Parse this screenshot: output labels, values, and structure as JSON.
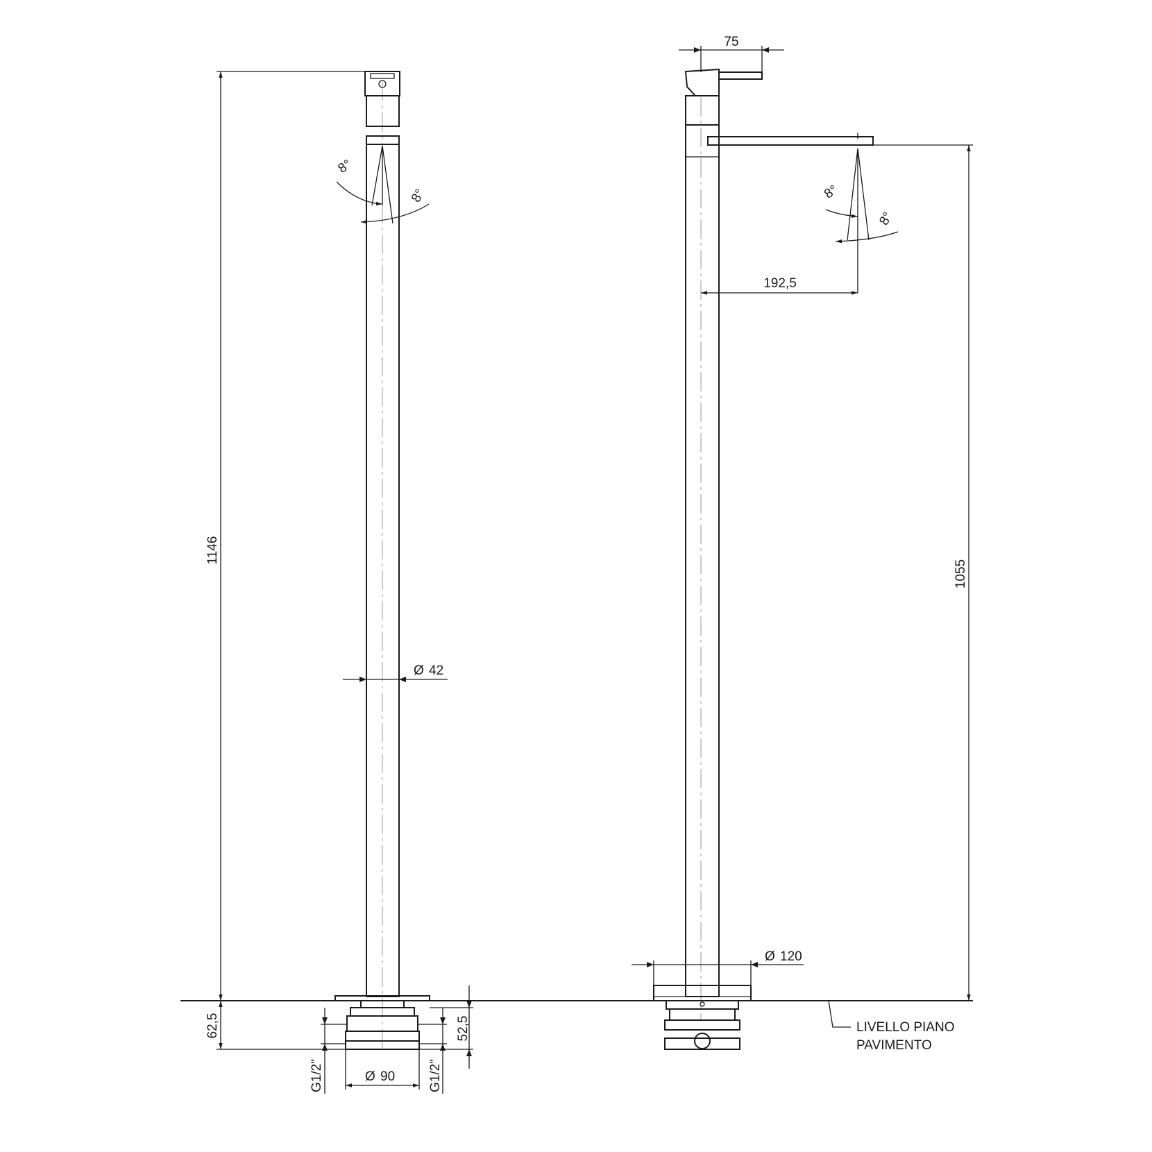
{
  "dimensions": {
    "overall_height": "1146",
    "base_depth": "62,5",
    "pipe_diameter": "42",
    "base_diameter": "90",
    "thread_left": "G1/2\"",
    "thread_right": "G1/2\"",
    "connector_height": "52,5",
    "lever_length": "75",
    "spout_reach": "192,5",
    "spout_height": "1055",
    "flange_diameter": "120",
    "diameter_symbol": "Ø"
  },
  "angles": {
    "front_left": "8°",
    "front_right": "8°",
    "side_left": "8°",
    "side_right": "8°"
  },
  "floor_note": {
    "line1": "LIVELLO PIANO",
    "line2": "PAVIMENTO"
  }
}
